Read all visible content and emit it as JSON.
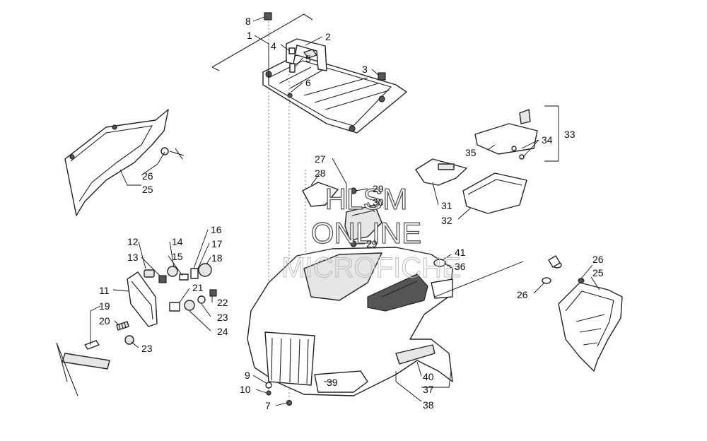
{
  "watermark": {
    "line1": "HLSM",
    "line2": "ONLINE",
    "line3": "MICROFICHE"
  },
  "callouts": {
    "c1": "1",
    "c2": "2",
    "c3": "3",
    "c4": "4",
    "c5": "5",
    "c6": "6",
    "c7": "7",
    "c8": "8",
    "c9": "9",
    "c10": "10",
    "c11": "11",
    "c12": "12",
    "c13": "13",
    "c14": "14",
    "c15": "15",
    "c16": "16",
    "c17": "17",
    "c18": "18",
    "c19": "19",
    "c20": "20",
    "c21": "21",
    "c22": "22",
    "c23a": "23",
    "c23b": "23",
    "c24": "24",
    "c25a": "25",
    "c25b": "25",
    "c26a": "26",
    "c26b": "26",
    "c26c": "26",
    "c27": "27",
    "c28": "28",
    "c29a": "29",
    "c29b": "29",
    "c30": "30",
    "c31": "31",
    "c32": "32",
    "c33": "33",
    "c34": "34",
    "c35": "35",
    "c36": "36",
    "c37": "37",
    "c38": "38",
    "c39": "39",
    "c40": "40",
    "c41": "41"
  }
}
